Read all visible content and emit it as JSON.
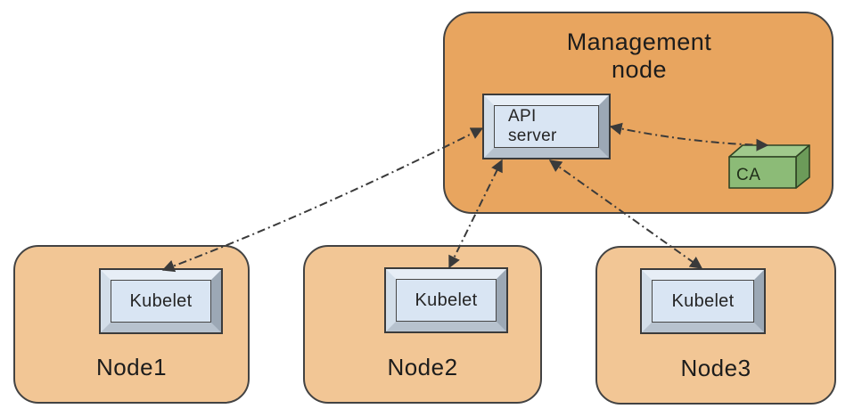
{
  "diagram": {
    "type": "architecture-diagram",
    "management_node": {
      "label": "Management node",
      "components": {
        "api_server": "API server",
        "ca": "CA"
      }
    },
    "worker_nodes": [
      {
        "label": "Node1",
        "component": "Kubelet"
      },
      {
        "label": "Node2",
        "component": "Kubelet"
      },
      {
        "label": "Node3",
        "component": "Kubelet"
      }
    ],
    "connections": [
      {
        "from": "Kubelet (Node1)",
        "to": "API server",
        "line_style": "dash-dot",
        "arrows": "both"
      },
      {
        "from": "Kubelet (Node2)",
        "to": "API server",
        "line_style": "dash-dot",
        "arrows": "both"
      },
      {
        "from": "Kubelet (Node3)",
        "to": "API server",
        "line_style": "dash-dot",
        "arrows": "both"
      },
      {
        "from": "API server",
        "to": "CA",
        "line_style": "dash-dot",
        "arrows": "both"
      }
    ],
    "colors": {
      "management_node_fill": "#e8a55f",
      "worker_node_fill": "#f2c695",
      "component_face": "#d9e5f3",
      "ca_front": "#8cbb77",
      "ca_top": "#a0c98c",
      "ca_side": "#6c9b59",
      "outline": "#3c3c3c",
      "background": "#ffffff"
    }
  }
}
